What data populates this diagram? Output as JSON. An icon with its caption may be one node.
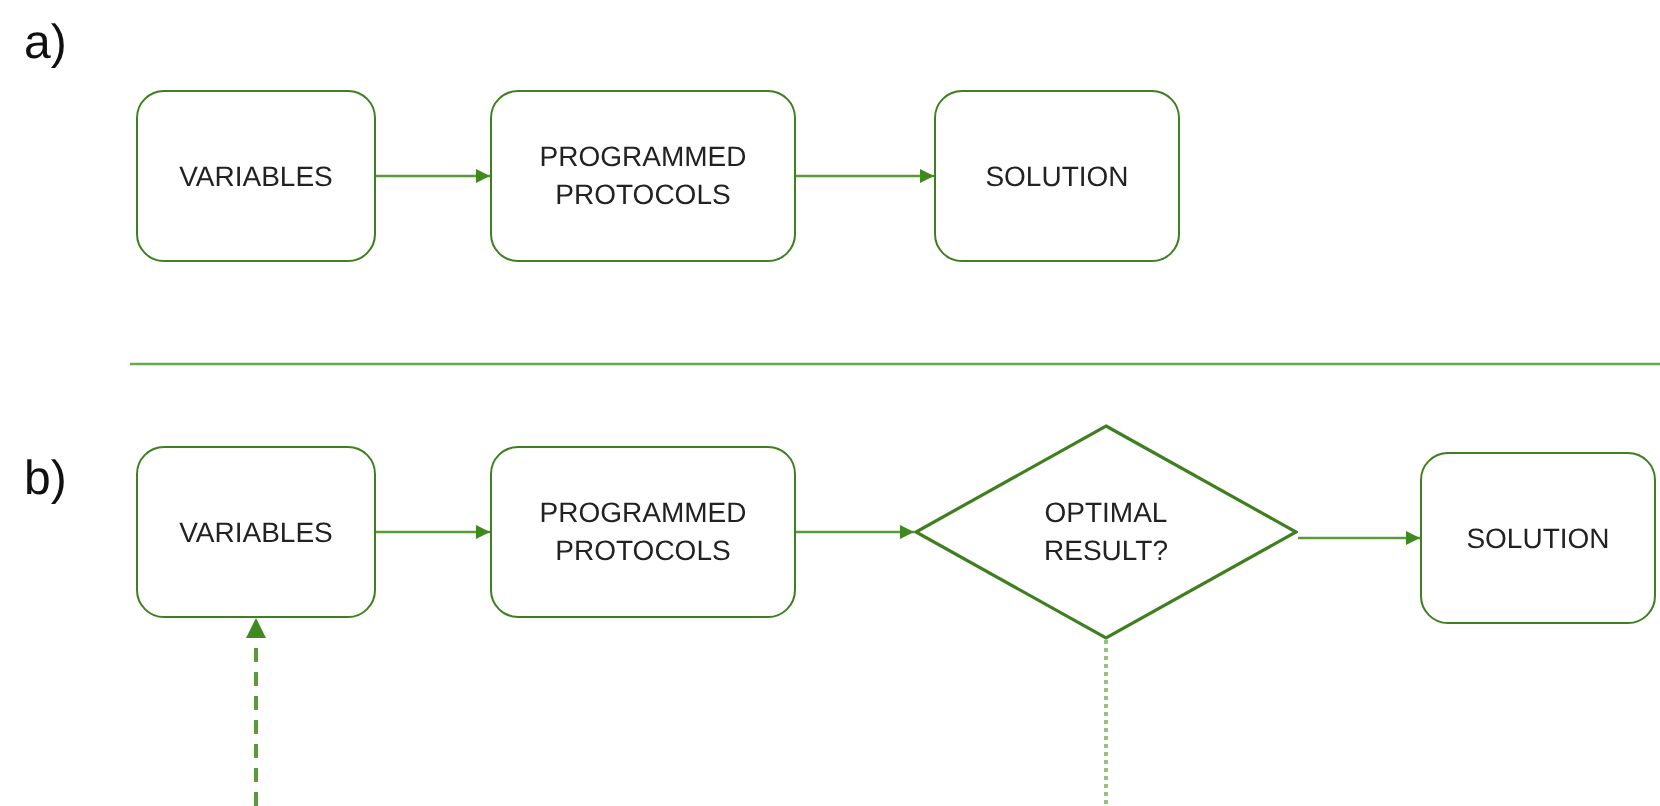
{
  "diagram": {
    "nodes": [
      {
        "text": [
          "VARIABLES"
        ]
      },
      {
        "text": [
          "PROGRAMMED PROTOCOLS"
        ]
      },
      {
        "text": [
          "SOLUTION"
        ]
      },
      {
        "text": [
          "VARIABLES"
        ]
      },
      {
        "text": [
          "PROGRAMMED PROTOCOLS"
        ]
      },
      {
        "text": [
          "OPTIMAL RESULT?"
        ]
      },
      {
        "text": [
          "SOLUTION"
        ]
      }
    ],
    "edges": [
      {
        "from": 0,
        "to": 1,
        "arrow": "to"
      },
      {
        "from": 1,
        "to": 2,
        "arrow": "to"
      },
      {
        "from": 3,
        "to": 4,
        "arrow": "to"
      },
      {
        "from": 4,
        "to": 5,
        "arrow": "to"
      },
      {
        "from": 5,
        "to": 6,
        "arrow": "to"
      },
      {
        "from": null,
        "to": 3,
        "arrow": "to",
        "style": "dashed"
      },
      {
        "from": 5,
        "to": null,
        "arrow": "none",
        "style": "dashed",
        "color": "#93c47d"
      }
    ],
    "labels": [
      "a)",
      "b)"
    ]
  }
}
